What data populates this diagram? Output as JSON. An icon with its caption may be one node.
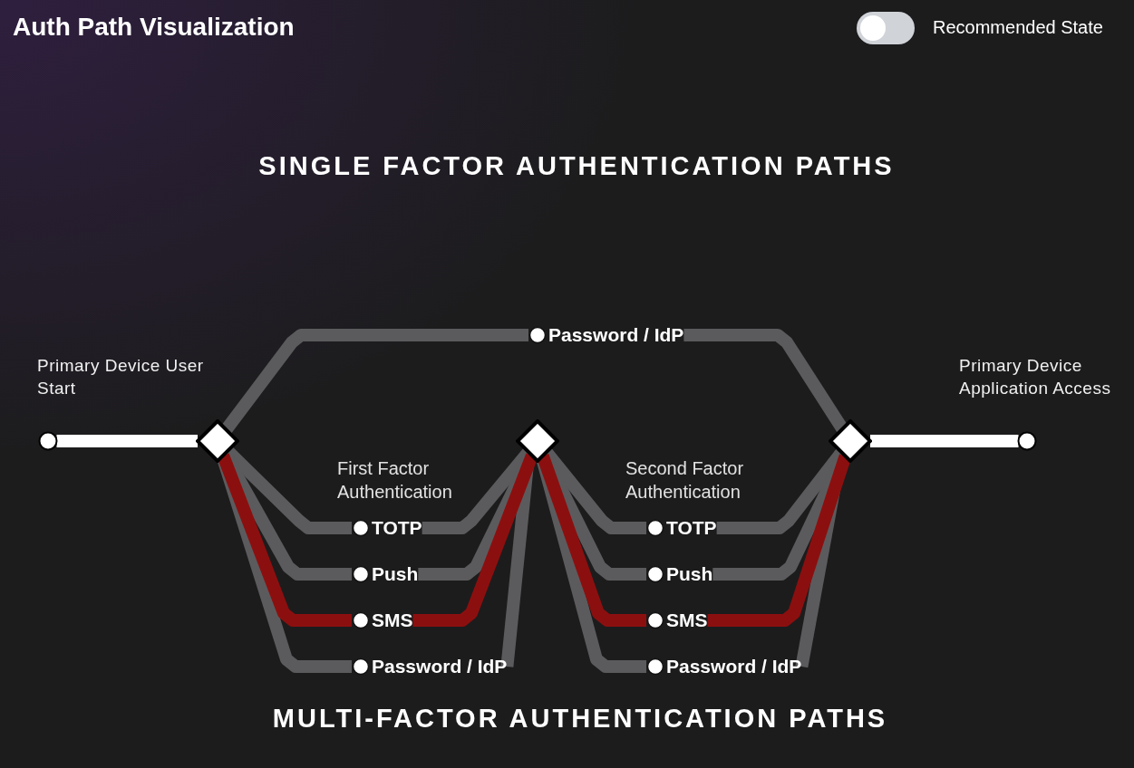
{
  "diagram": {
    "title": "Auth Path Visualization",
    "nodes": [
      {
        "text": [],
        "shape": "circle",
        "beside": [
          "Primary Device User Start"
        ]
      },
      {
        "text": [],
        "shape": "diamond"
      },
      {
        "text": [
          "Password / IdP"
        ]
      },
      {
        "text": [],
        "shape": "diamond"
      },
      {
        "text": [],
        "shape": "diamond"
      },
      {
        "text": [],
        "shape": "circle",
        "beside": [
          "Primary Device Application Access"
        ]
      },
      {
        "text": [
          "TOTP"
        ]
      },
      {
        "text": [
          "Push"
        ]
      },
      {
        "text": [
          "SMS"
        ]
      },
      {
        "text": [
          "Password / IdP"
        ]
      },
      {
        "text": [
          "TOTP"
        ]
      },
      {
        "text": [
          "Push"
        ]
      },
      {
        "text": [
          "SMS"
        ]
      },
      {
        "text": [
          "Password / IdP"
        ]
      }
    ],
    "edges": [
      {
        "from": 0,
        "to": 1,
        "arrow": "none",
        "color": "#ffffff"
      },
      {
        "from": 1,
        "to": 2,
        "arrow": "none"
      },
      {
        "from": 2,
        "to": 4,
        "arrow": "none"
      },
      {
        "from": 1,
        "to": 6,
        "arrow": "none"
      },
      {
        "from": 6,
        "to": 3,
        "arrow": "none"
      },
      {
        "from": 1,
        "to": 7,
        "arrow": "none"
      },
      {
        "from": 7,
        "to": 3,
        "arrow": "none"
      },
      {
        "from": 1,
        "to": 8,
        "arrow": "none",
        "color": "#8c0f0f"
      },
      {
        "from": 8,
        "to": 3,
        "arrow": "none",
        "color": "#8c0f0f"
      },
      {
        "from": 1,
        "to": 9,
        "arrow": "none"
      },
      {
        "from": 9,
        "to": 3,
        "arrow": "none"
      },
      {
        "from": 3,
        "to": 10,
        "arrow": "none"
      },
      {
        "from": 10,
        "to": 4,
        "arrow": "none"
      },
      {
        "from": 3,
        "to": 11,
        "arrow": "none"
      },
      {
        "from": 11,
        "to": 4,
        "arrow": "none"
      },
      {
        "from": 3,
        "to": 12,
        "arrow": "none",
        "color": "#8c0f0f"
      },
      {
        "from": 12,
        "to": 4,
        "arrow": "none",
        "color": "#8c0f0f"
      },
      {
        "from": 3,
        "to": 13,
        "arrow": "none"
      },
      {
        "from": 13,
        "to": 4,
        "arrow": "none"
      },
      {
        "from": 4,
        "to": 5,
        "arrow": "none",
        "color": "#ffffff"
      }
    ],
    "labels": [
      "Recommended State",
      "SINGLE FACTOR AUTHENTICATION PATHS",
      "First Factor Authentication",
      "Second Factor Authentication",
      "MULTI-FACTOR AUTHENTICATION PATHS"
    ]
  }
}
